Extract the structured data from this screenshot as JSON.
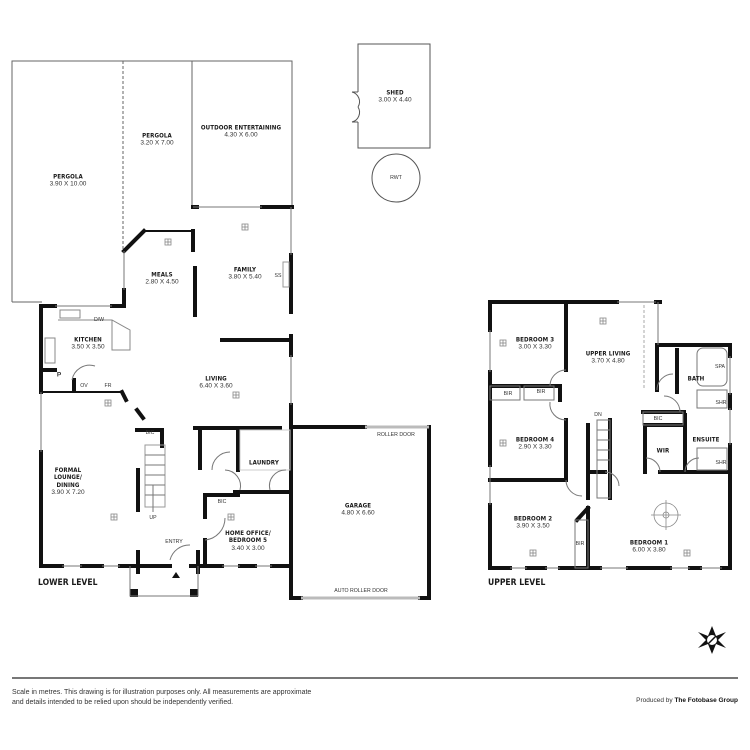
{
  "lower_level": {
    "label": "LOWER LEVEL",
    "rooms": [
      {
        "name": "PERGOLA",
        "dims": "3.90 X 10.00"
      },
      {
        "name": "PERGOLA",
        "dims": "3.20 X 7.00"
      },
      {
        "name": "OUTDOOR ENTERTAINING",
        "dims": "4.30 X 6.00"
      },
      {
        "name": "SHED",
        "dims": "3.00 X 4.40"
      },
      {
        "name": "MEALS",
        "dims": "2.80 X 4.50"
      },
      {
        "name": "FAMILY",
        "dims": "3.80 X 5.40"
      },
      {
        "name": "KITCHEN",
        "dims": "3.50 X 3.50"
      },
      {
        "name": "LIVING",
        "dims": "6.40 X 3.60"
      },
      {
        "name": "FORMAL LOUNGE/ DINING",
        "dims": "3.90 X 7.20"
      },
      {
        "name": "LAUNDRY",
        "dims": ""
      },
      {
        "name": "HOME OFFICE/ BEDROOM 5",
        "dims": "3.40 X 3.00"
      },
      {
        "name": "GARAGE",
        "dims": "4.80 X 6.60"
      }
    ],
    "labels": {
      "rwt": "RWT",
      "ss": "SS",
      "dw": "D/W",
      "pantry": "P",
      "oven": "OV",
      "fridge": "FR",
      "bic1": "BIC",
      "bic2": "BIC",
      "up": "UP",
      "entry": "ENTRY",
      "roller_door": "ROLLER DOOR",
      "auto_roller_door": "AUTO ROLLER DOOR"
    }
  },
  "upper_level": {
    "label": "UPPER LEVEL",
    "rooms": [
      {
        "name": "BEDROOM 3",
        "dims": "3.00 X 3.30"
      },
      {
        "name": "UPPER LIVING",
        "dims": "3.70 X 4.80"
      },
      {
        "name": "BATH",
        "dims": ""
      },
      {
        "name": "BEDROOM 4",
        "dims": "2.90 X 3.30"
      },
      {
        "name": "ENSUITE",
        "dims": ""
      },
      {
        "name": "WIR",
        "dims": ""
      },
      {
        "name": "BEDROOM 2",
        "dims": "3.90 X 3.50"
      },
      {
        "name": "BEDROOM 1",
        "dims": "6.00 X 3.80"
      }
    ],
    "labels": {
      "bir1": "BIR",
      "bir2": "BIR",
      "bir3": "BIR",
      "bic": "BIC",
      "dn": "DN",
      "spa": "SPA",
      "shr1": "SHR",
      "shr2": "SHR"
    }
  },
  "footer": {
    "disclaimer": "Scale in metres. This drawing is for illustration purposes only. All measurements are approximate and details intended to be relied upon should be independently verified.",
    "produced_prefix": "Produced by ",
    "produced_by": "The Fotobase Group"
  },
  "colors": {
    "wall": "#111111",
    "thin_line": "#666666",
    "roller_door": "#bbbbbb",
    "rule": "#777777"
  }
}
